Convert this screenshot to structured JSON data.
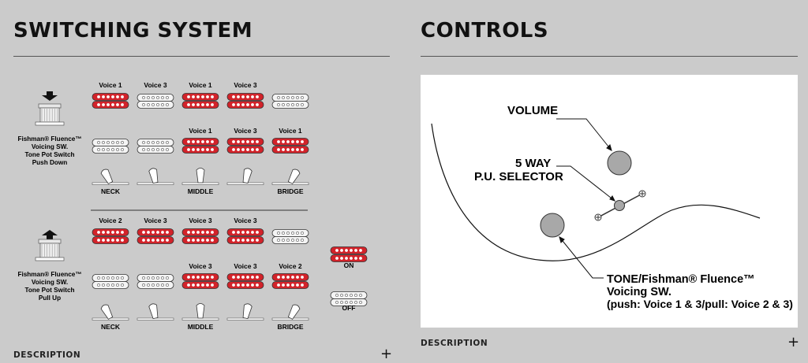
{
  "switching": {
    "title": "SWITCHING SYSTEM",
    "description_label": "DESCRIPTION",
    "expand_symbol": "+",
    "push_label": [
      "Fishman® Fluence™",
      "Voicing SW.",
      "Tone Pot Switch",
      "Push Down"
    ],
    "pull_label": [
      "Fishman® Fluence™",
      "Voicing SW.",
      "Tone Pot Switch",
      "Pull Up"
    ],
    "push_rows": {
      "neck_voices": [
        "Voice 1",
        "Voice 3",
        "Voice 1",
        "Voice 3",
        ""
      ],
      "bridge_voices": [
        "",
        "",
        "Voice 1",
        "Voice 3",
        "Voice 1"
      ],
      "neck_on": [
        true,
        false,
        true,
        true,
        false
      ],
      "bridge_on": [
        false,
        false,
        true,
        true,
        true
      ]
    },
    "pull_rows": {
      "neck_voices": [
        "Voice 2",
        "Voice 3",
        "Voice 3",
        "Voice 3",
        ""
      ],
      "bridge_voices": [
        "",
        "",
        "Voice 3",
        "Voice 3",
        "Voice 2"
      ],
      "neck_on": [
        true,
        true,
        true,
        true,
        false
      ],
      "bridge_on": [
        false,
        false,
        true,
        true,
        true
      ]
    },
    "positions": [
      "NECK",
      "",
      "MIDDLE",
      "",
      "BRIDGE"
    ],
    "legend_on": "ON",
    "legend_off": "OFF",
    "on_color": "#d2232a",
    "off_color": "#f4f4f4"
  },
  "controls": {
    "title": "CONTROLS",
    "description_label": "DESCRIPTION",
    "expand_symbol": "+",
    "volume_label": "VOLUME",
    "selector_label": [
      "5 WAY",
      "P.U. SELECTOR"
    ],
    "tone_label": [
      "TONE/Fishman® Fluence™",
      "Voicing SW.",
      "(push: Voice 1 & 3/pull: Voice 2 & 3)"
    ]
  }
}
